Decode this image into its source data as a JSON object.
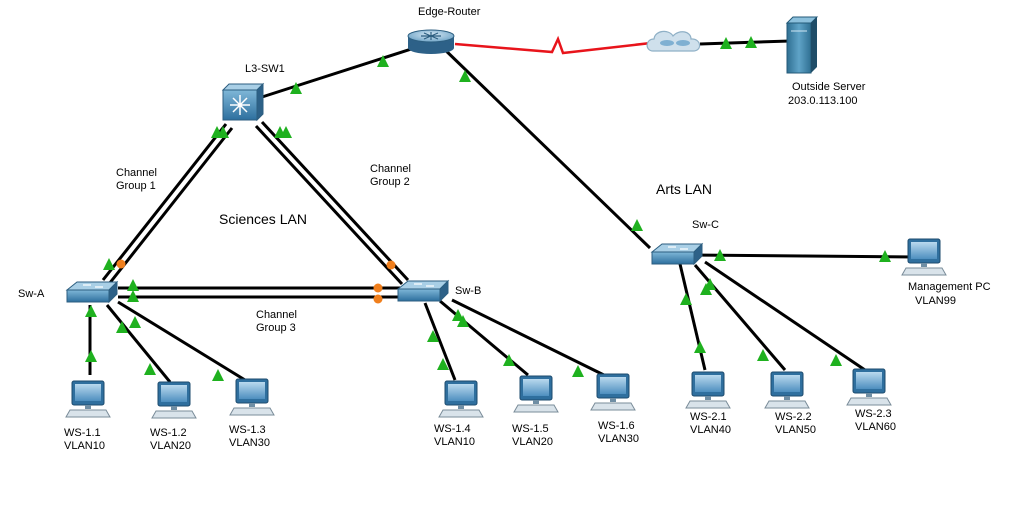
{
  "colors": {
    "link": "#000000",
    "serial_link": "#e8141b",
    "link_up": "#1fb11f",
    "link_blocked": "#f07f1d"
  },
  "devices": {
    "edge_router": {
      "name": "Edge-Router",
      "icon": "router-icon"
    },
    "l3_switch": {
      "name": "L3-SW1",
      "icon": "multilayer-switch-icon"
    },
    "cloud": {
      "icon": "cloud-icon"
    },
    "outside_server": {
      "name": "Outside Server",
      "ip": "203.0.113.100",
      "icon": "server-icon"
    },
    "sw_a": {
      "name": "Sw-A",
      "icon": "switch-icon"
    },
    "sw_b": {
      "name": "Sw-B",
      "icon": "switch-icon"
    },
    "sw_c": {
      "name": "Sw-C",
      "icon": "switch-icon"
    },
    "management_pc": {
      "name": "Management PC",
      "vlan": "VLAN99",
      "icon": "pc-icon"
    }
  },
  "workstations": [
    {
      "name": "WS-1.1",
      "vlan": "VLAN10"
    },
    {
      "name": "WS-1.2",
      "vlan": "VLAN20"
    },
    {
      "name": "WS-1.3",
      "vlan": "VLAN30"
    },
    {
      "name": "WS-1.4",
      "vlan": "VLAN10"
    },
    {
      "name": "WS-1.5",
      "vlan": "VLAN20"
    },
    {
      "name": "WS-1.6",
      "vlan": "VLAN30"
    },
    {
      "name": "WS-2.1",
      "vlan": "VLAN40"
    },
    {
      "name": "WS-2.2",
      "vlan": "VLAN50"
    },
    {
      "name": "WS-2.3",
      "vlan": "VLAN60"
    }
  ],
  "channel_groups": [
    {
      "line1": "Channel",
      "line2": "Group 1"
    },
    {
      "line1": "Channel",
      "line2": "Group 2"
    },
    {
      "line1": "Channel",
      "line2": "Group 3"
    }
  ],
  "areas": {
    "sciences_lan": "Sciences LAN",
    "arts_lan": "Arts LAN"
  }
}
